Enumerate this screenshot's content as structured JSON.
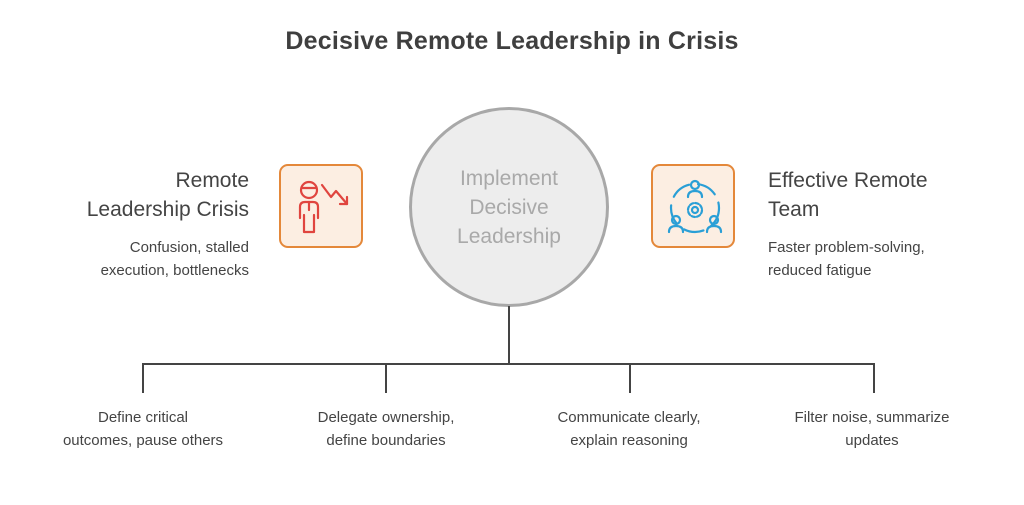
{
  "title": "Decisive Remote Leadership in Crisis",
  "left": {
    "title_line1": "Remote",
    "title_line2": "Leadership Crisis",
    "desc_line1": "Confusion, stalled",
    "desc_line2": "execution, bottlenecks",
    "icon": "declining-leader-icon"
  },
  "center": {
    "line1": "Implement",
    "line2": "Decisive",
    "line3": "Leadership"
  },
  "right": {
    "title_line1": "Effective Remote",
    "title_line2": "Team",
    "desc_line1": "Faster problem-solving,",
    "desc_line2": "reduced fatigue",
    "icon": "team-collaboration-icon"
  },
  "steps": [
    {
      "line1": "Define critical",
      "line2": "outcomes, pause others"
    },
    {
      "line1": "Delegate ownership,",
      "line2": "define boundaries"
    },
    {
      "line1": "Communicate clearly,",
      "line2": "explain reasoning"
    },
    {
      "line1": "Filter noise, summarize",
      "line2": "updates"
    }
  ],
  "colors": {
    "icon_border": "#e4883a",
    "icon_fill": "#fceee2",
    "left_icon_stroke": "#e0453f",
    "right_icon_stroke": "#2a9fd6",
    "circle_fill": "#ededed",
    "circle_border": "#a8a8a8",
    "connector": "#444444"
  }
}
